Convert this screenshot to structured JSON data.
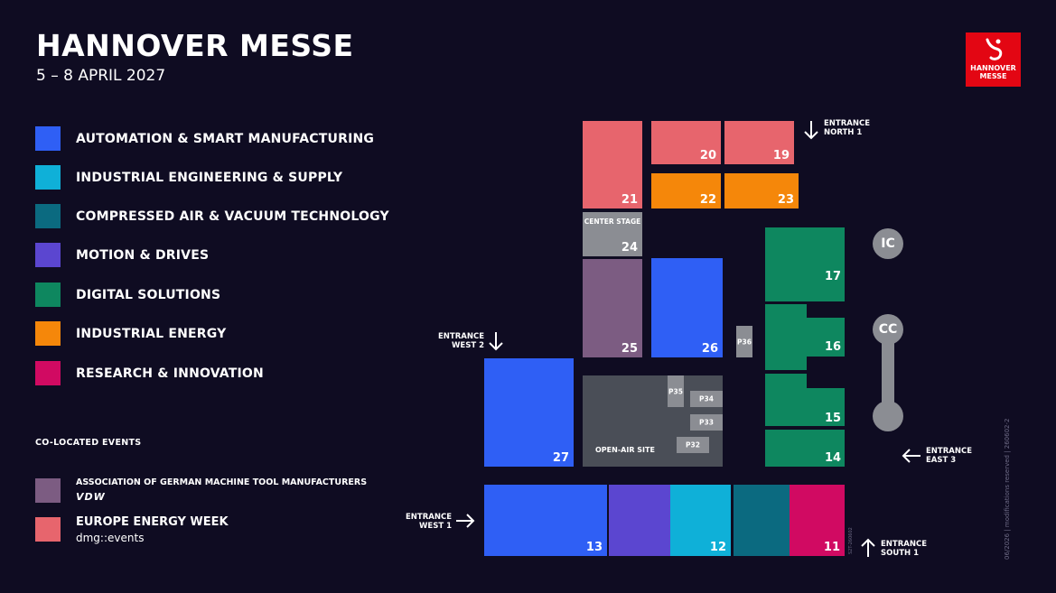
{
  "header": {
    "title": "HANNOVER MESSE",
    "dates": "5 – 8 APRIL 2027"
  },
  "logo": {
    "line1": "HANNOVER",
    "line2": "MESSE",
    "color": "#e30613"
  },
  "colors": {
    "automation": "#2f5ff5",
    "industrial_engineering": "#0fb0d8",
    "compressed_air": "#0b6a80",
    "motion": "#5b46d0",
    "digital": "#0e875f",
    "energy": "#f5870a",
    "research": "#d10a62",
    "vdw": "#7c5c82",
    "eew": "#e7656d",
    "gray": "#8b8d93",
    "open_air": "#4a4e57"
  },
  "legend": [
    {
      "label": "AUTOMATION & SMART MANUFACTURING",
      "color": "#2f5ff5"
    },
    {
      "label": "INDUSTRIAL ENGINEERING & SUPPLY",
      "color": "#0fb0d8"
    },
    {
      "label": "COMPRESSED AIR & VACUUM TECHNOLOGY",
      "color": "#0b6a80"
    },
    {
      "label": "MOTION & DRIVES",
      "color": "#5b46d0"
    },
    {
      "label": "DIGITAL SOLUTIONS",
      "color": "#0e875f"
    },
    {
      "label": "INDUSTRIAL ENERGY",
      "color": "#f5870a"
    },
    {
      "label": "RESEARCH & INNOVATION",
      "color": "#d10a62"
    }
  ],
  "colocated": {
    "heading": "CO-LOCATED EVENTS",
    "items": [
      {
        "label": "ASSOCIATION OF GERMAN MACHINE TOOL MANUFACTURERS",
        "brand": "VDW",
        "color": "#7c5c82"
      },
      {
        "label": "EUROPE ENERGY WEEK",
        "brand": "dmg::events",
        "color": "#e7656d"
      }
    ]
  },
  "halls": {
    "h21": "21",
    "h20": "20",
    "h19": "19",
    "h22": "22",
    "h23": "23",
    "h24_label": "CENTER STAGE",
    "h24": "24",
    "h25": "25",
    "h26": "26",
    "h27": "27",
    "h17": "17",
    "h16": "16",
    "h15": "15",
    "h14": "14",
    "h13": "13",
    "h12": "12",
    "h11": "11",
    "open_air": "OPEN-AIR SITE"
  },
  "pavilions": {
    "p36": "P36",
    "p35": "P35",
    "p34": "P34",
    "p33": "P33",
    "p32": "P32"
  },
  "circles": {
    "ic": "IC",
    "cc": "CC"
  },
  "entrances": {
    "north1": {
      "line1": "ENTRANCE",
      "line2": "NORTH 1"
    },
    "west2": {
      "line1": "ENTRANCE",
      "line2": "WEST 2"
    },
    "east3": {
      "line1": "ENTRANCE",
      "line2": "EAST 3"
    },
    "west1": {
      "line1": "ENTRANCE",
      "line2": "WEST 1"
    },
    "south1": {
      "line1": "ENTRANCE",
      "line2": "SOUTH 1"
    }
  },
  "footer": {
    "note": "06/2026 | modifications reserved | 260602-2",
    "code": "S2T-260602"
  }
}
